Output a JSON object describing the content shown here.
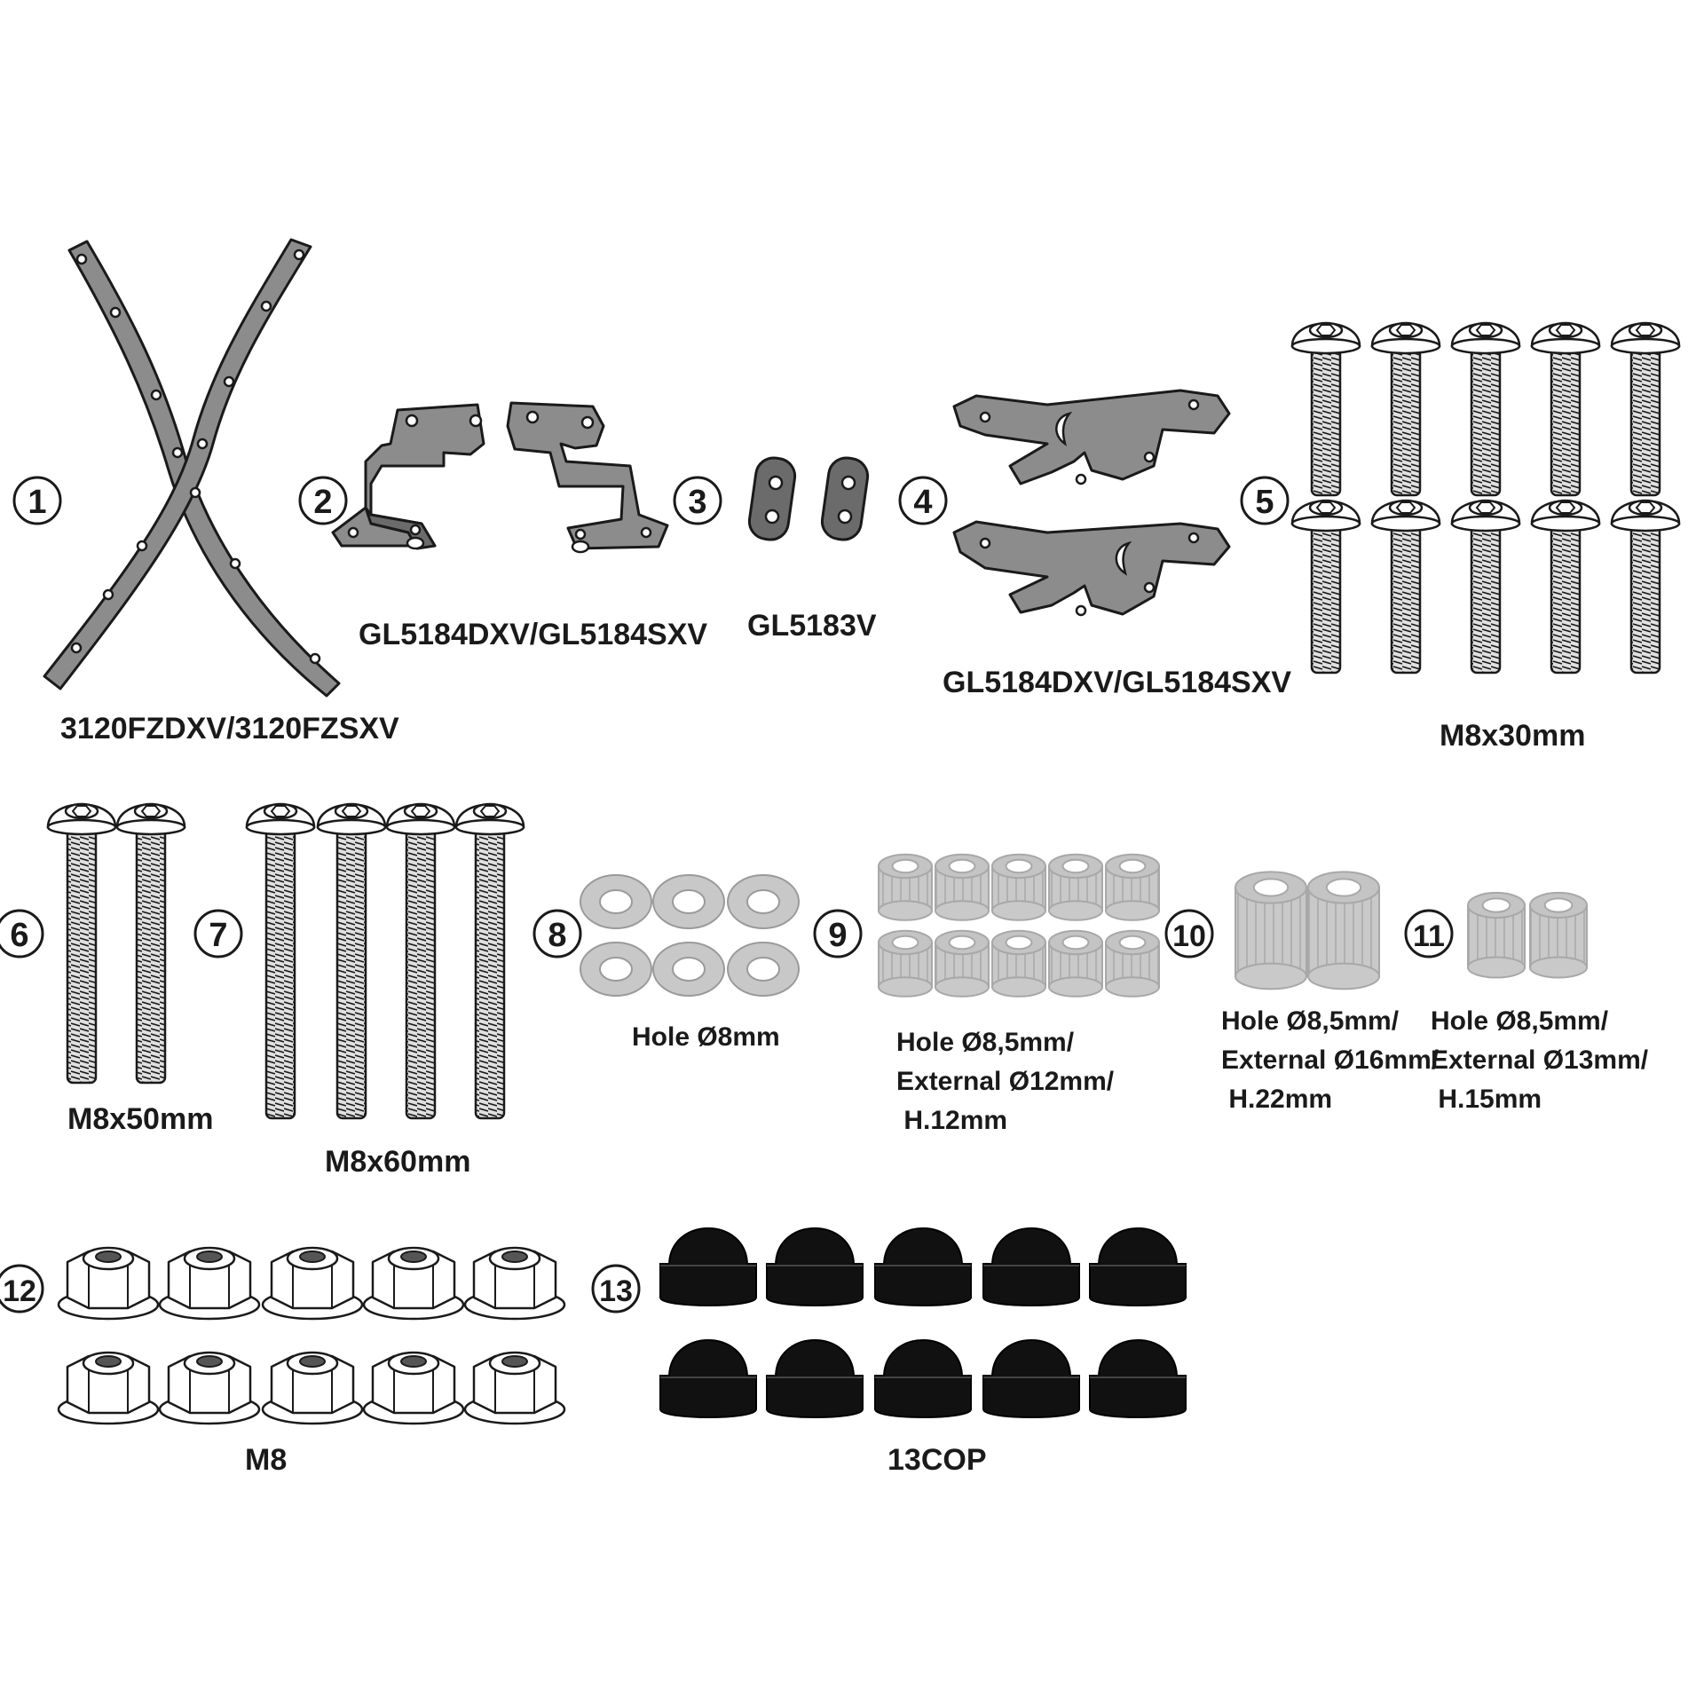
{
  "items": [
    {
      "num": "1",
      "label": "3120FZDXV/3120FZSXV"
    },
    {
      "num": "2",
      "label": "GL5184DXV/GL5184SXV"
    },
    {
      "num": "3",
      "label": "GL5183V"
    },
    {
      "num": "4",
      "label": "GL5184DXV/GL5184SXV"
    },
    {
      "num": "5",
      "label": "M8x30mm"
    },
    {
      "num": "6",
      "label": "M8x50mm"
    },
    {
      "num": "7",
      "label": "M8x60mm"
    },
    {
      "num": "8",
      "label": "Hole Ø8mm"
    },
    {
      "num": "9",
      "lines": [
        "Hole Ø8,5mm/",
        "External Ø12mm/",
        " H.12mm"
      ]
    },
    {
      "num": "10",
      "lines": [
        "Hole Ø8,5mm/",
        "External Ø16mm/",
        " H.22mm"
      ]
    },
    {
      "num": "11",
      "lines": [
        "Hole Ø8,5mm/",
        "External Ø13mm/",
        " H.15mm"
      ]
    },
    {
      "num": "12",
      "label": "M8"
    },
    {
      "num": "13",
      "label": "13COP"
    }
  ],
  "quantities": {
    "bolts_m8x30": 10,
    "bolts_m8x50": 2,
    "bolts_m8x60": 4,
    "washers": 6,
    "spacers_12mm": 10,
    "spacers_22mm": 2,
    "spacers_15mm": 2,
    "nuts_m8": 10,
    "caps_13cop": 10
  }
}
